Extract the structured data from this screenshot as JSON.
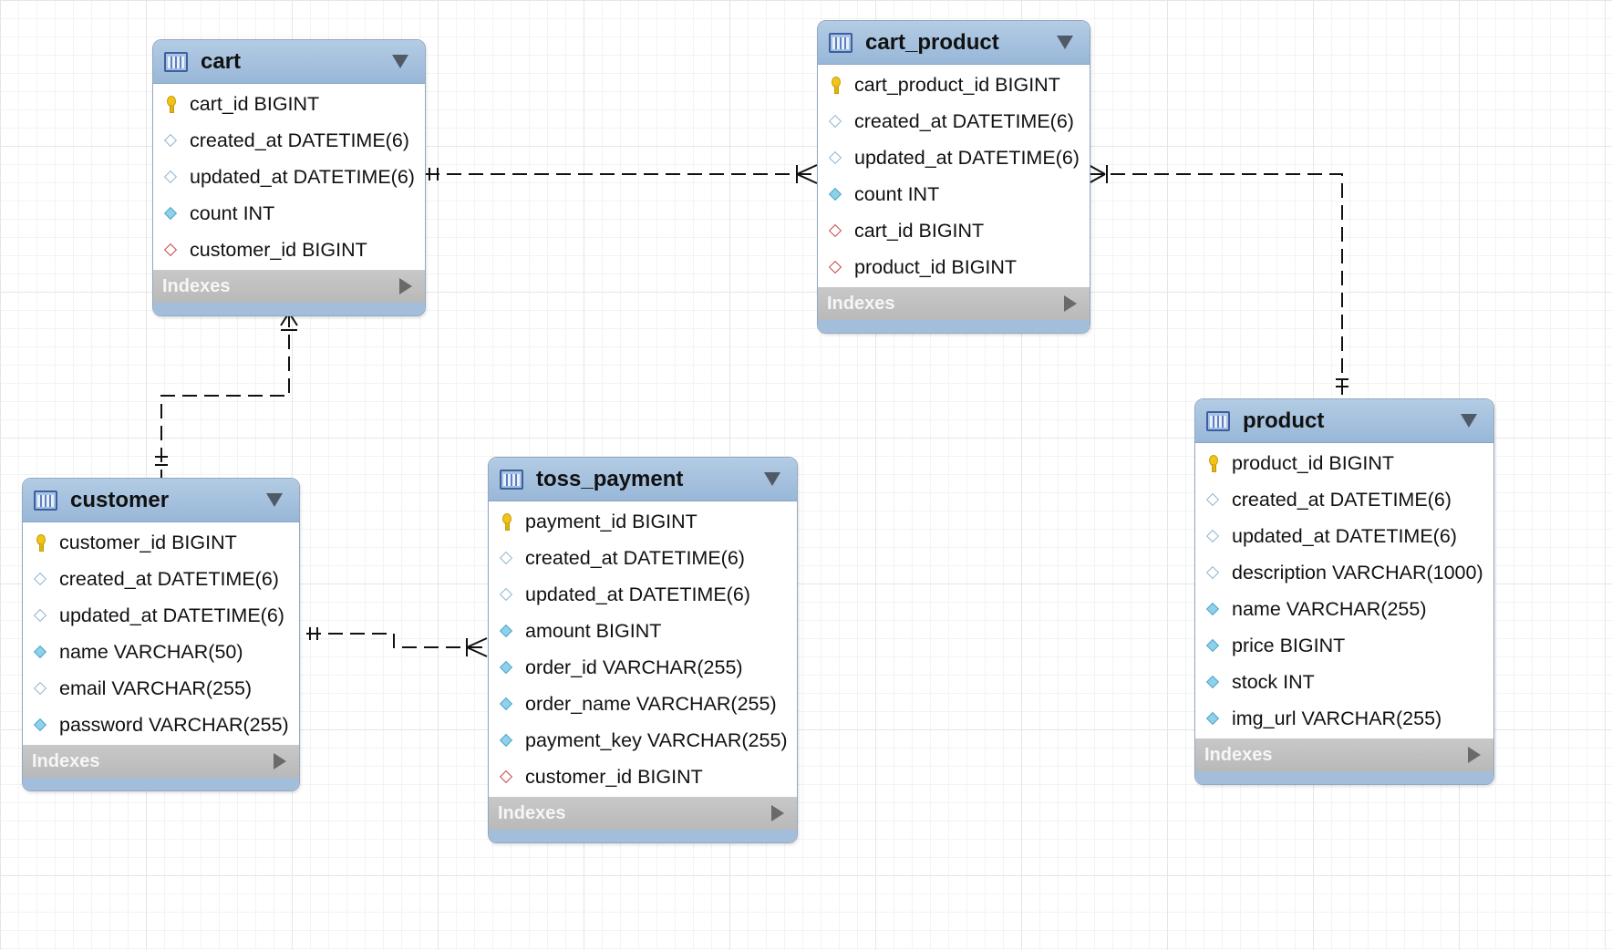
{
  "diagram": {
    "tables": [
      {
        "id": "cart",
        "name": "cart",
        "indexes_label": "Indexes",
        "columns": [
          {
            "text": "cart_id BIGINT",
            "kind": "primary-key"
          },
          {
            "text": "created_at DATETIME(6)",
            "kind": "column"
          },
          {
            "text": "updated_at DATETIME(6)",
            "kind": "column"
          },
          {
            "text": "count INT",
            "kind": "not-null"
          },
          {
            "text": "customer_id BIGINT",
            "kind": "foreign-key"
          }
        ]
      },
      {
        "id": "cart_product",
        "name": "cart_product",
        "indexes_label": "Indexes",
        "columns": [
          {
            "text": "cart_product_id BIGINT",
            "kind": "primary-key"
          },
          {
            "text": "created_at DATETIME(6)",
            "kind": "column"
          },
          {
            "text": "updated_at DATETIME(6)",
            "kind": "column"
          },
          {
            "text": "count INT",
            "kind": "not-null"
          },
          {
            "text": "cart_id BIGINT",
            "kind": "foreign-key"
          },
          {
            "text": "product_id BIGINT",
            "kind": "foreign-key"
          }
        ]
      },
      {
        "id": "customer",
        "name": "customer",
        "indexes_label": "Indexes",
        "columns": [
          {
            "text": "customer_id BIGINT",
            "kind": "primary-key"
          },
          {
            "text": "created_at DATETIME(6)",
            "kind": "column"
          },
          {
            "text": "updated_at DATETIME(6)",
            "kind": "column"
          },
          {
            "text": "name VARCHAR(50)",
            "kind": "not-null"
          },
          {
            "text": "email VARCHAR(255)",
            "kind": "column"
          },
          {
            "text": "password VARCHAR(255)",
            "kind": "not-null"
          }
        ]
      },
      {
        "id": "toss_payment",
        "name": "toss_payment",
        "indexes_label": "Indexes",
        "columns": [
          {
            "text": "payment_id BIGINT",
            "kind": "primary-key"
          },
          {
            "text": "created_at DATETIME(6)",
            "kind": "column"
          },
          {
            "text": "updated_at DATETIME(6)",
            "kind": "column"
          },
          {
            "text": "amount BIGINT",
            "kind": "not-null"
          },
          {
            "text": "order_id VARCHAR(255)",
            "kind": "not-null"
          },
          {
            "text": "order_name VARCHAR(255)",
            "kind": "not-null"
          },
          {
            "text": "payment_key VARCHAR(255)",
            "kind": "not-null"
          },
          {
            "text": "customer_id BIGINT",
            "kind": "foreign-key"
          }
        ]
      },
      {
        "id": "product",
        "name": "product",
        "indexes_label": "Indexes",
        "columns": [
          {
            "text": "product_id BIGINT",
            "kind": "primary-key"
          },
          {
            "text": "created_at DATETIME(6)",
            "kind": "column"
          },
          {
            "text": "updated_at DATETIME(6)",
            "kind": "column"
          },
          {
            "text": "description VARCHAR(1000)",
            "kind": "column"
          },
          {
            "text": "name VARCHAR(255)",
            "kind": "not-null"
          },
          {
            "text": "price BIGINT",
            "kind": "not-null"
          },
          {
            "text": "stock INT",
            "kind": "not-null"
          },
          {
            "text": "img_url VARCHAR(255)",
            "kind": "not-null"
          }
        ]
      }
    ],
    "relationships": [
      {
        "from": "cart",
        "to": "cart_product",
        "from_cardinality": "one",
        "to_cardinality": "many",
        "line_style": "dashed"
      },
      {
        "from": "product",
        "to": "cart_product",
        "from_cardinality": "one",
        "to_cardinality": "many",
        "line_style": "dashed"
      },
      {
        "from": "customer",
        "to": "cart",
        "from_cardinality": "one",
        "to_cardinality": "many",
        "line_style": "dashed"
      },
      {
        "from": "customer",
        "to": "toss_payment",
        "from_cardinality": "one",
        "to_cardinality": "many",
        "line_style": "dashed"
      }
    ],
    "colors": {
      "header": "#a3bedb",
      "indexes_bar": "#c0c0c0",
      "primary_key_icon": "#f0c419",
      "foreign_key_icon": "#c84848",
      "not_null_icon": "#8fd0ea",
      "line": "#111111"
    },
    "icons": {
      "table": "table-grid-icon",
      "collapse": "triangle-down-icon",
      "expand": "triangle-right-icon",
      "primary-key": "key-icon",
      "column": "diamond-outline-icon",
      "not-null": "diamond-filled-icon",
      "foreign-key": "diamond-red-icon"
    }
  }
}
